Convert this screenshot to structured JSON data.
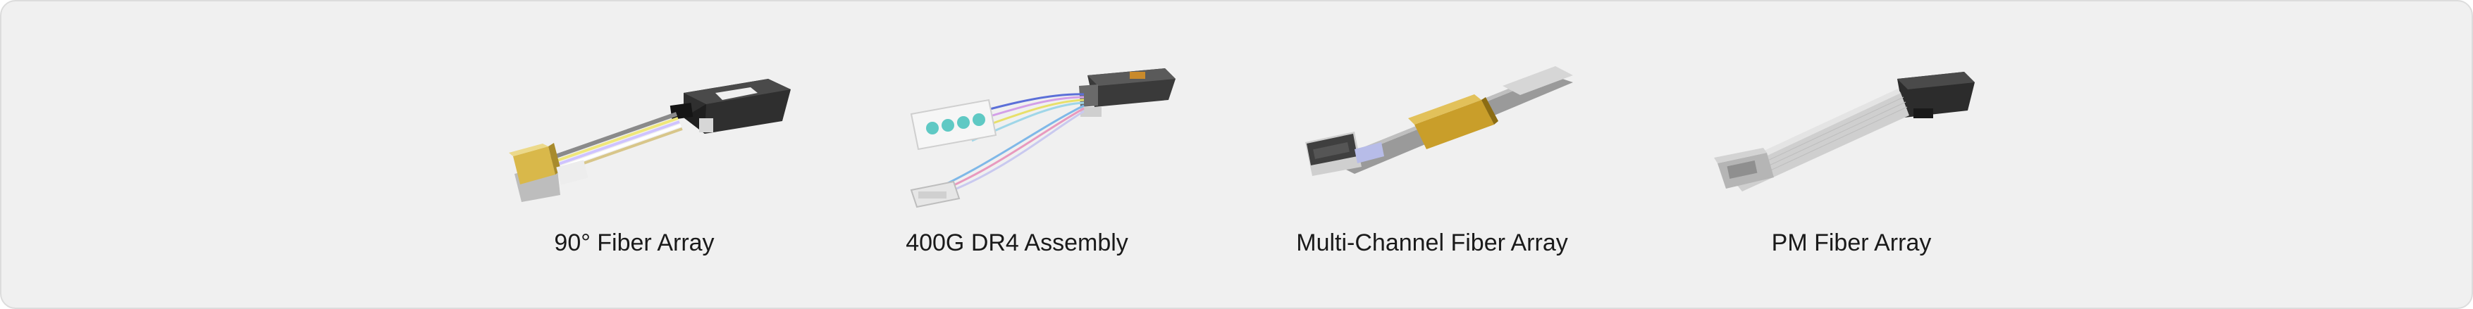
{
  "products": [
    {
      "label": "90° Fiber Array",
      "icon": "fiber-array-90-image"
    },
    {
      "label": "400G DR4 Assembly",
      "icon": "dr4-assembly-image"
    },
    {
      "label": "Multi-Channel Fiber Array",
      "icon": "multi-channel-fiber-array-image"
    },
    {
      "label": "PM Fiber Array",
      "icon": "pm-fiber-array-image"
    }
  ],
  "colors": {
    "panel_background": "#f0f0f0",
    "caption_text": "#1a1a1a",
    "gold_block": "#d9b84a",
    "connector_dark": "#3a3a3a"
  }
}
